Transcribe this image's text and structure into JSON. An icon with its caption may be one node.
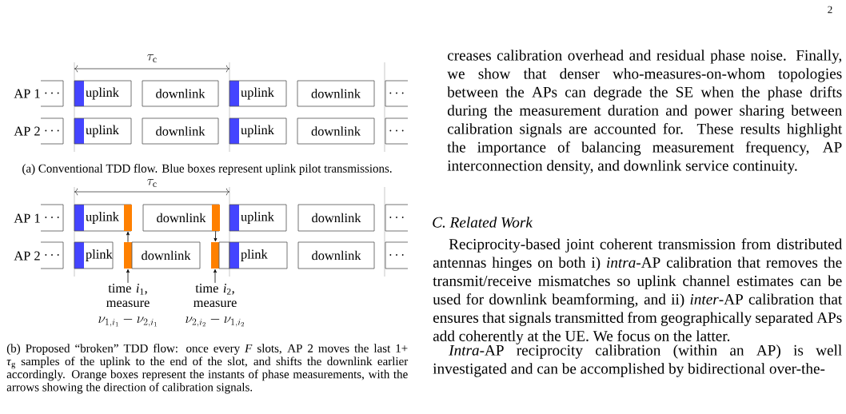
{
  "diagram": {
    "nodes": [
      {
        "text": [
          "\\cdots"
        ]
      },
      {
        "text": [
          "uplink"
        ]
      },
      {
        "text": [
          "downlink"
        ]
      },
      {
        "text": [
          "uplink"
        ]
      },
      {
        "text": [
          "downlink"
        ]
      },
      {
        "text": [
          "\\cdots"
        ]
      },
      {
        "text": [
          "\\cdots"
        ]
      },
      {
        "text": [
          "uplink"
        ]
      },
      {
        "text": [
          "downlink"
        ]
      },
      {
        "text": [
          "uplink"
        ]
      },
      {
        "text": [
          "downlink"
        ]
      },
      {
        "text": [
          "\\cdots"
        ]
      },
      {
        "text": [
          "\\cdots"
        ]
      },
      {
        "text": [
          "uplink"
        ]
      },
      {
        "text": [],
        "shape": "box",
        "in": 13
      },
      {
        "text": [
          "downlink"
        ]
      },
      {
        "text": [],
        "shape": "box",
        "in": 15
      },
      {
        "text": [
          "uplink"
        ]
      },
      {
        "text": [
          "downlink"
        ]
      },
      {
        "text": [
          "\\cdots"
        ]
      },
      {
        "text": [
          "\\cdots"
        ]
      },
      {
        "text": [
          "plink"
        ]
      },
      {
        "text": [],
        "shape": "box"
      },
      {
        "text": [
          "downlink"
        ]
      },
      {
        "text": [],
        "shape": "box"
      },
      {
        "text": [],
        "shape": "box"
      },
      {
        "text": [
          "plink"
        ]
      },
      {
        "text": [
          "downlink"
        ]
      },
      {
        "text": [
          "\\cdots"
        ]
      },
      {
        "text": [
          "time *i*$_{1}$, measure",
          "\\nu_{1,i_1}-\\nu_{2,i_1}"
        ]
      },
      {
        "text": [
          "time *i*$_{2}$, measure",
          "\\nu_{2,i_2}-\\nu_{1,i_2}"
        ]
      }
    ],
    "edges": [
      {
        "from": 22,
        "to": 14,
        "arrow": "to"
      },
      {
        "from": 16,
        "to": 24,
        "arrow": "to"
      },
      {
        "from": 29,
        "to": 22,
        "arrow": "to"
      },
      {
        "from": 30,
        "to": 24,
        "arrow": "to"
      }
    ],
    "labels": [
      "2",
      "\\tau_{\\mathrm{c}}",
      "AP 1",
      "AP 2",
      "(a) Conventional TDD flow. Blue boxes represent uplink pilot transmissions.",
      "\\tau_{\\mathrm{c}}",
      "AP 1",
      "AP 2",
      "(b) Proposed “broken” TDD flow: once every *F* slots, AP 2 moves the last 1+ *τ*$_{g}$ samples of the uplink to the end of the slot, and shifts the downlink earlier accordingly. Orange boxes represent the instants of phase measurements, with the arrows showing the direction of calibration signals.",
      "creases calibration overhead and residual phase noise. Finally, we show that denser who-measures-on-whom topologies between the APs can degrade the SE when the phase drifts during the measurement duration and power sharing between calibration signals are accounted for. These results highlight the importance of balancing measurement frequency, AP interconnection density, and downlink service continuity.",
      "C. Related Work",
      "Reciprocity-based joint coherent transmission from distributed antennas hinges on both i) *intra*-AP calibration that removes the transmit/receive mismatches so uplink channel estimates can be used for downlink beamforming, and ii) *inter*-AP calibration that ensures that signals transmitted from geographically separated APs add coherently at the UE. We focus on the latter.",
      "*Intra*-AP reciprocity calibration (within an AP) is well investigated and can be accomplished by bidirectional over-the-"
    ]
  }
}
